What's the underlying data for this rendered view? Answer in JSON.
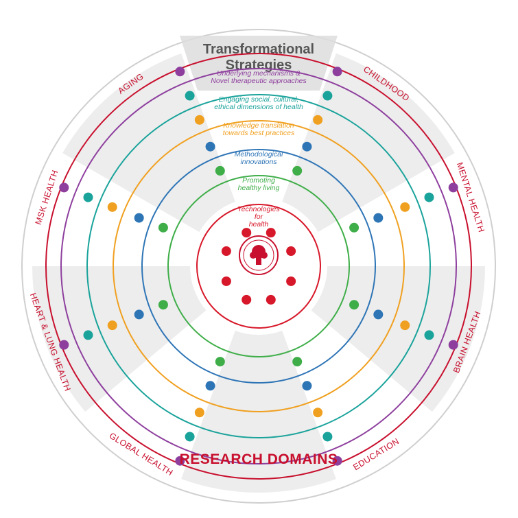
{
  "header": {
    "title_line1": "Transformational",
    "title_line2": "Strategies"
  },
  "footer": {
    "title": "RESEARCH DOMAINS"
  },
  "domains": [
    {
      "label": "AGING",
      "angle": -35
    },
    {
      "label": "CHILDHOOD",
      "angle": 35
    },
    {
      "label": "MENTAL HEALTH",
      "angle": 72
    },
    {
      "label": "BRAIN HEALTH",
      "angle": 110
    },
    {
      "label": "EDUCATION",
      "angle": 148
    },
    {
      "label": "GLOBAL HEALTH",
      "angle": 212
    },
    {
      "label": "HEART & LUNG HEALTH",
      "angle": 250
    },
    {
      "label": "MSK HEALTH",
      "angle": 288
    }
  ],
  "strategies": [
    {
      "lines": [
        "Underlying mechanisms &",
        "Novel therapeutic approaches"
      ],
      "color": "#8e3f9e"
    },
    {
      "lines": [
        "Engaging social, cultural,",
        "ethical dimensions of health"
      ],
      "color": "#1aa39b"
    },
    {
      "lines": [
        "Knowledge translation",
        "towards best practices"
      ],
      "color": "#f0a020"
    },
    {
      "lines": [
        "Methodological",
        "innovations"
      ],
      "color": "#2e75b6"
    },
    {
      "lines": [
        "Promoting",
        "healthy living"
      ],
      "color": "#3fae49"
    },
    {
      "lines": [
        "Technologies",
        "for",
        "health"
      ],
      "color": "#d7182a"
    }
  ],
  "colors": {
    "outer_ring": "#c8102e",
    "outer_disc": "#e6e6e6",
    "band": "#ededed",
    "hub": "#c8102e",
    "logo": "#c8102e"
  },
  "icons": {
    "hub_logo": "tree-seal-icon"
  }
}
